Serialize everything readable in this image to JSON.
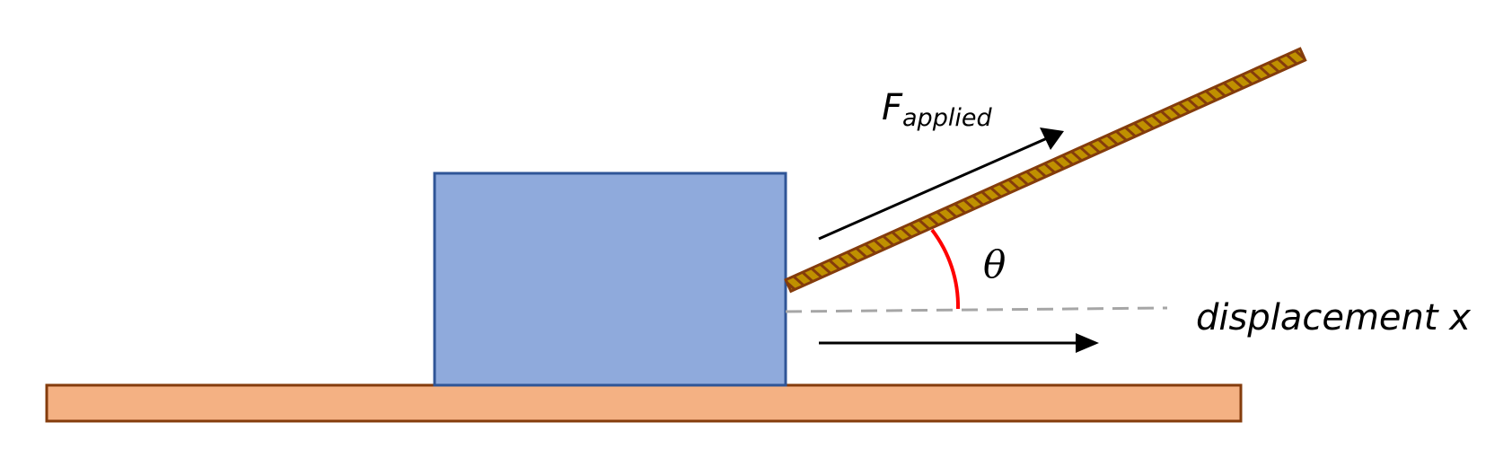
{
  "diagram": {
    "force_label": {
      "main": "F",
      "subscript": "applied"
    },
    "angle_label": "θ",
    "displacement_label": "displacement x"
  },
  "colors": {
    "block_fill": "#8FAADC",
    "block_stroke": "#2F5597",
    "ground_fill": "#F4B183",
    "ground_stroke": "#843C0C",
    "rope_fill": "#BF9000",
    "rope_stroke": "#843C0C",
    "angle_arc": "#FF0000",
    "dashed_line": "#A6A6A6",
    "arrow": "#000000"
  },
  "icons": {
    "force_arrow": "arrow-up-right",
    "displacement_arrow": "arrow-right"
  }
}
